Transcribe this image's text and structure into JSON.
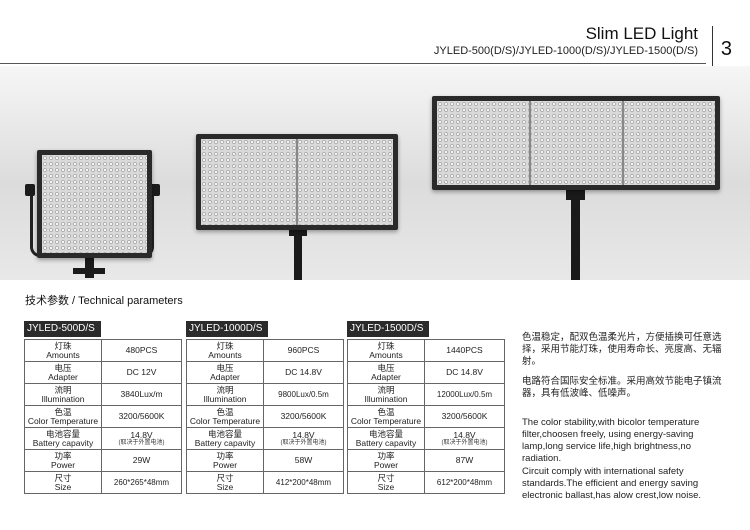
{
  "header": {
    "title": "Slim LED Light",
    "models": "JYLED-500(D/S)/JYLED-1000(D/S)/JYLED-1500(D/S)",
    "page_number": "3"
  },
  "specs_heading": "技术参数 / Technical parameters",
  "tables": [
    {
      "model": "JYLED-500D/S",
      "rows": [
        {
          "cn": "灯珠",
          "en": "Amounts",
          "value": "480PCS"
        },
        {
          "cn": "电压",
          "en": "Adapter",
          "value": "DC  12V"
        },
        {
          "cn": "流明",
          "en": "Illumination",
          "value": "3840Lux/m"
        },
        {
          "cn": "色温",
          "en": "Color Temperature",
          "value": "3200/5600K"
        },
        {
          "cn": "电池容量",
          "en": "Battery capavity",
          "value": "14.8V",
          "note": "(取决于外置电池)"
        },
        {
          "cn": "功率",
          "en": "Power",
          "value": "29W"
        },
        {
          "cn": "尺寸",
          "en": "Size",
          "value": "260*265*48mm"
        }
      ]
    },
    {
      "model": "JYLED-1000D/S",
      "rows": [
        {
          "cn": "灯珠",
          "en": "Amounts",
          "value": "960PCS"
        },
        {
          "cn": "电压",
          "en": "Adapter",
          "value": "DC  14.8V"
        },
        {
          "cn": "流明",
          "en": "Illumination",
          "value": "9800Lux/0.5m"
        },
        {
          "cn": "色温",
          "en": "Color Temperature",
          "value": "3200/5600K"
        },
        {
          "cn": "电池容量",
          "en": "Battery capavity",
          "value": "14.8V",
          "note": "(取决于外置电池)"
        },
        {
          "cn": "功率",
          "en": "Power",
          "value": "58W"
        },
        {
          "cn": "尺寸",
          "en": "Size",
          "value": "412*200*48mm"
        }
      ]
    },
    {
      "model": "JYLED-1500D/S",
      "rows": [
        {
          "cn": "灯珠",
          "en": "Amounts",
          "value": "1440PCS"
        },
        {
          "cn": "电压",
          "en": "Adapter",
          "value": "DC  14.8V"
        },
        {
          "cn": "流明",
          "en": "Illumination",
          "value": "12000Lux/0.5m"
        },
        {
          "cn": "色温",
          "en": "Color Temperature",
          "value": "3200/5600K"
        },
        {
          "cn": "电池容量",
          "en": "Battery capavity",
          "value": "14.8V",
          "note": "(取决于外置电池)"
        },
        {
          "cn": "功率",
          "en": "Power",
          "value": "87W"
        },
        {
          "cn": "尺寸",
          "en": "Size",
          "value": "612*200*48mm"
        }
      ]
    }
  ],
  "description": {
    "cn_para1": "色温稳定，配双色温柔光片，方便插换可任意选择，采用节能灯珠，使用寿命长、亮度高、无辐射。",
    "cn_para2": "电路符合国际安全标准。采用高效节能电子镇流器，具有低波峰、低噪声。",
    "en_para1": "The color stability,with bicolor temperature filter,choosen freely, using energy-saving lamp,long service life,high brightness,no radiation.",
    "en_para2": "Circuit comply with international safety standards.The efficient and energy saving electronic ballast,has alow crest,low noise."
  }
}
